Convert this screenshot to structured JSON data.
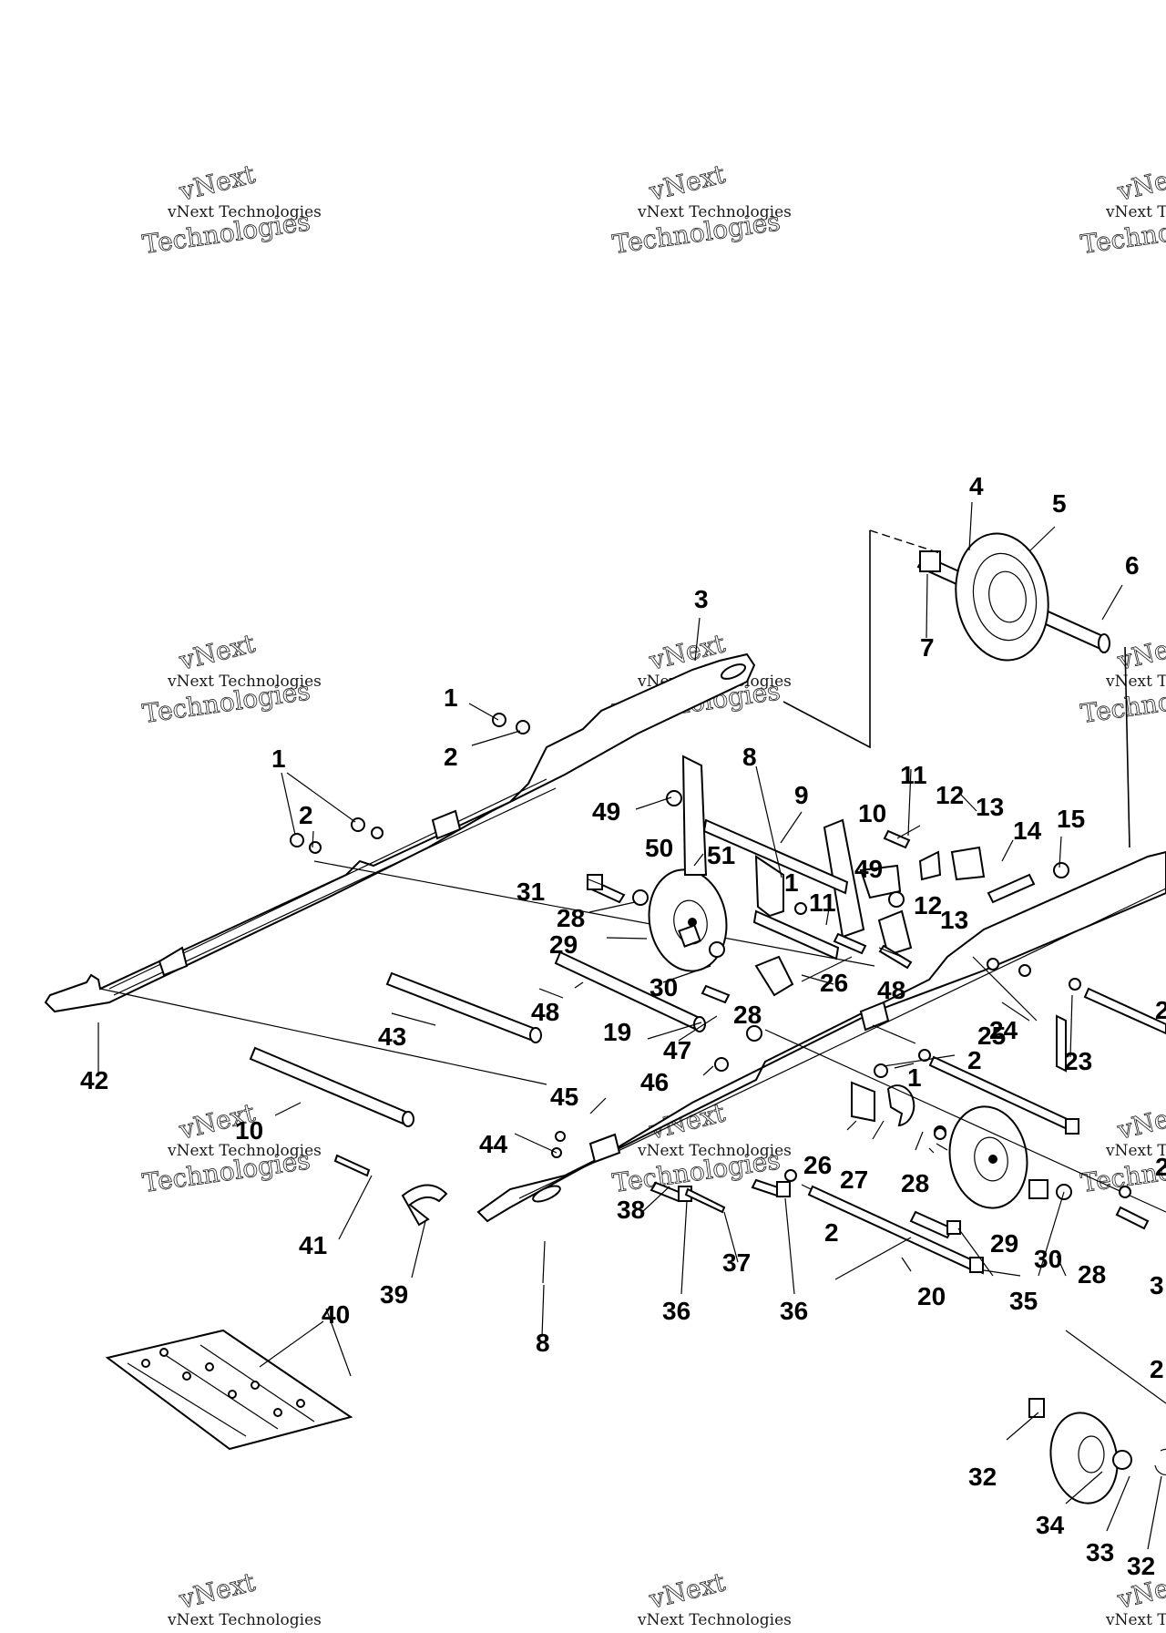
{
  "diagram": {
    "callouts": [
      {
        "id": "c1a",
        "text": "1"
      },
      {
        "id": "c2a",
        "text": "2"
      },
      {
        "id": "c3",
        "text": "3"
      },
      {
        "id": "c1b",
        "text": "1"
      },
      {
        "id": "c2b",
        "text": "2"
      },
      {
        "id": "c4",
        "text": "4"
      },
      {
        "id": "c5",
        "text": "5"
      },
      {
        "id": "c6",
        "text": "6"
      },
      {
        "id": "c7",
        "text": "7"
      },
      {
        "id": "c8a",
        "text": "8"
      },
      {
        "id": "c9",
        "text": "9"
      },
      {
        "id": "c10a",
        "text": "10"
      },
      {
        "id": "c11a",
        "text": "11"
      },
      {
        "id": "c12a",
        "text": "12"
      },
      {
        "id": "c13a",
        "text": "13"
      },
      {
        "id": "c14",
        "text": "14"
      },
      {
        "id": "c15",
        "text": "15"
      },
      {
        "id": "c49a",
        "text": "49"
      },
      {
        "id": "c50",
        "text": "50"
      },
      {
        "id": "c51",
        "text": "51"
      },
      {
        "id": "c1c",
        "text": "1"
      },
      {
        "id": "c31a",
        "text": "31"
      },
      {
        "id": "c28a",
        "text": "28"
      },
      {
        "id": "c29a",
        "text": "29"
      },
      {
        "id": "c11b",
        "text": "11"
      },
      {
        "id": "c49b",
        "text": "49"
      },
      {
        "id": "c12b",
        "text": "12"
      },
      {
        "id": "c13b",
        "text": "13"
      },
      {
        "id": "c26a",
        "text": "26"
      },
      {
        "id": "c30a",
        "text": "30"
      },
      {
        "id": "c28b",
        "text": "28"
      },
      {
        "id": "c48a",
        "text": "48"
      },
      {
        "id": "c48b",
        "text": "48"
      },
      {
        "id": "c19",
        "text": "19"
      },
      {
        "id": "c43",
        "text": "43"
      },
      {
        "id": "c42",
        "text": "42"
      },
      {
        "id": "c25",
        "text": "25"
      },
      {
        "id": "c24",
        "text": "24"
      },
      {
        "id": "c23",
        "text": "23"
      },
      {
        "id": "c47",
        "text": "47"
      },
      {
        "id": "c2c",
        "text": "2"
      },
      {
        "id": "c46",
        "text": "46"
      },
      {
        "id": "c1d",
        "text": "1"
      },
      {
        "id": "c45",
        "text": "45"
      },
      {
        "id": "c10b",
        "text": "10"
      },
      {
        "id": "c44",
        "text": "44"
      },
      {
        "id": "c26b",
        "text": "26"
      },
      {
        "id": "c27",
        "text": "27"
      },
      {
        "id": "c28c",
        "text": "28"
      },
      {
        "id": "c41",
        "text": "41"
      },
      {
        "id": "c38",
        "text": "38"
      },
      {
        "id": "c37",
        "text": "37"
      },
      {
        "id": "c2d",
        "text": "2"
      },
      {
        "id": "c29b",
        "text": "29"
      },
      {
        "id": "c30b",
        "text": "30"
      },
      {
        "id": "c28d",
        "text": "28"
      },
      {
        "id": "c39",
        "text": "39"
      },
      {
        "id": "c36a",
        "text": "36"
      },
      {
        "id": "c36b",
        "text": "36"
      },
      {
        "id": "c20",
        "text": "20"
      },
      {
        "id": "c35",
        "text": "35"
      },
      {
        "id": "c40",
        "text": "40"
      },
      {
        "id": "c8b",
        "text": "8"
      },
      {
        "id": "c32a",
        "text": "32"
      },
      {
        "id": "c34",
        "text": "34"
      },
      {
        "id": "c33",
        "text": "33"
      },
      {
        "id": "c32b",
        "text": "32"
      },
      {
        "id": "c2e",
        "text": "2"
      },
      {
        "id": "c2f",
        "text": "2"
      },
      {
        "id": "c3b",
        "text": "3"
      },
      {
        "id": "c2g",
        "text": "2"
      }
    ],
    "watermark": {
      "line1": "vNext Technologies",
      "line2": "Technologies",
      "line3": "vNext"
    }
  }
}
